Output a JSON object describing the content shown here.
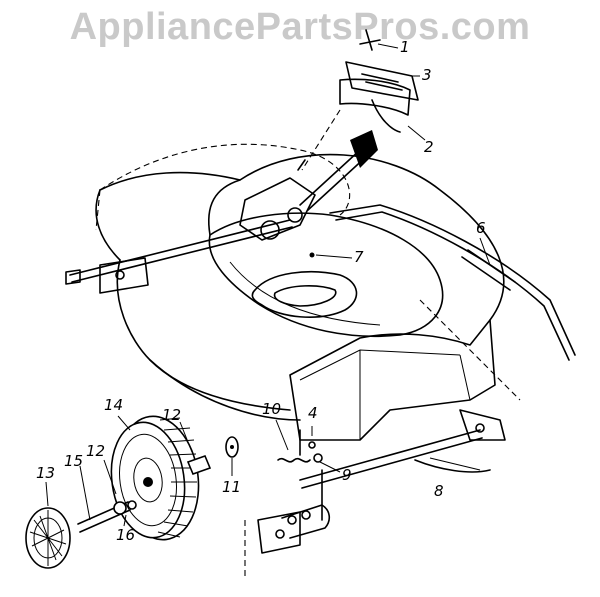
{
  "watermark": "AppliancePartsPros.com",
  "callouts": [
    {
      "id": "1",
      "label": "1"
    },
    {
      "id": "2",
      "label": "2"
    },
    {
      "id": "3",
      "label": "3"
    },
    {
      "id": "4",
      "label": "4"
    },
    {
      "id": "6",
      "label": "6"
    },
    {
      "id": "7",
      "label": "7"
    },
    {
      "id": "8",
      "label": "8"
    },
    {
      "id": "9",
      "label": "9"
    },
    {
      "id": "10",
      "label": "10"
    },
    {
      "id": "11",
      "label": "11"
    },
    {
      "id": "12a",
      "label": "12"
    },
    {
      "id": "12b",
      "label": "12"
    },
    {
      "id": "13",
      "label": "13"
    },
    {
      "id": "14",
      "label": "14"
    },
    {
      "id": "15",
      "label": "15"
    },
    {
      "id": "16",
      "label": "16"
    }
  ]
}
